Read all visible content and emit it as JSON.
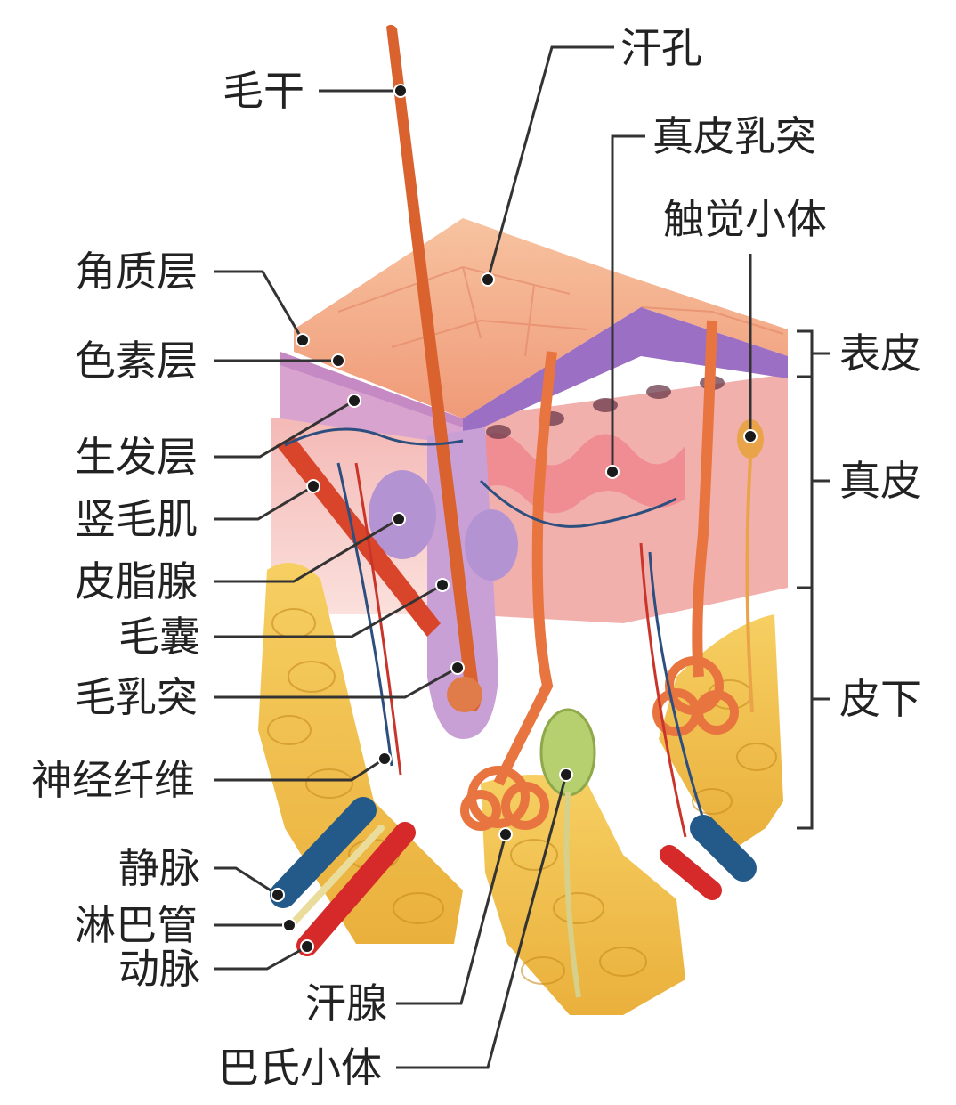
{
  "labels": {
    "hair_shaft": "毛干",
    "sweat_pore": "汗孔",
    "dermal_papilla": "真皮乳突",
    "meissner_corpuscle": "触觉小体",
    "stratum_corneum": "角质层",
    "pigment_layer": "色素层",
    "germinal_layer": "生发层",
    "arrector_pili": "竖毛肌",
    "sebaceous_gland": "皮脂腺",
    "hair_follicle": "毛囊",
    "hair_papilla": "毛乳突",
    "nerve_fiber": "神经纤维",
    "vein": "静脉",
    "lymph_vessel": "淋巴管",
    "artery": "动脉",
    "sweat_gland": "汗腺",
    "pacinian_corpuscle": "巴氏小体"
  },
  "layers": {
    "epidermis": "表皮",
    "dermis": "真皮",
    "hypodermis": "皮下"
  },
  "colors": {
    "epidermis_top": "#f4b08a",
    "pigment": "#c48bc0",
    "dermis": "#f6c9c4",
    "fat": "#f3c24a",
    "hair": "#d9622f",
    "artery": "#d62a2a",
    "vein": "#245a8a",
    "nerve": "#e0a33a"
  }
}
